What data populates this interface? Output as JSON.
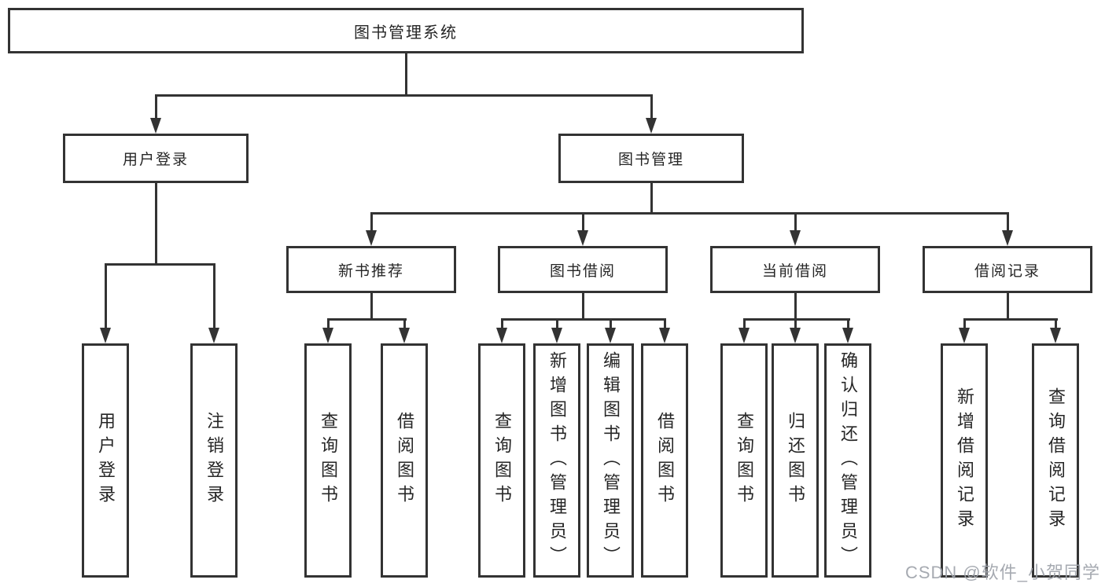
{
  "diagram": {
    "tree": {
      "label": "图书管理系统",
      "children": [
        {
          "label": "用户登录",
          "children": [
            {
              "label": "用户登录"
            },
            {
              "label": "注销登录"
            }
          ]
        },
        {
          "label": "图书管理",
          "children": [
            {
              "label": "新书推荐",
              "children": [
                {
                  "label": "查询图书"
                },
                {
                  "label": "借阅图书"
                }
              ]
            },
            {
              "label": "图书借阅",
              "children": [
                {
                  "label": "查询图书"
                },
                {
                  "label": "新增图书（管理员）"
                },
                {
                  "label": "编辑图书（管理员）"
                },
                {
                  "label": "借阅图书"
                }
              ]
            },
            {
              "label": "当前借阅",
              "children": [
                {
                  "label": "查询图书"
                },
                {
                  "label": "归还图书"
                },
                {
                  "label": "确认归还（管理员）"
                }
              ]
            },
            {
              "label": "借阅记录",
              "children": [
                {
                  "label": "新增借阅记录"
                },
                {
                  "label": "查询借阅记录"
                }
              ]
            }
          ]
        }
      ]
    },
    "colors": {
      "line": "#333333",
      "box_border": "#333333",
      "box_fill": "#ffffff",
      "text": "#262626",
      "watermark": "#9ea3aa"
    }
  },
  "watermark": {
    "text": "CSDN @软件_小贺同学"
  }
}
